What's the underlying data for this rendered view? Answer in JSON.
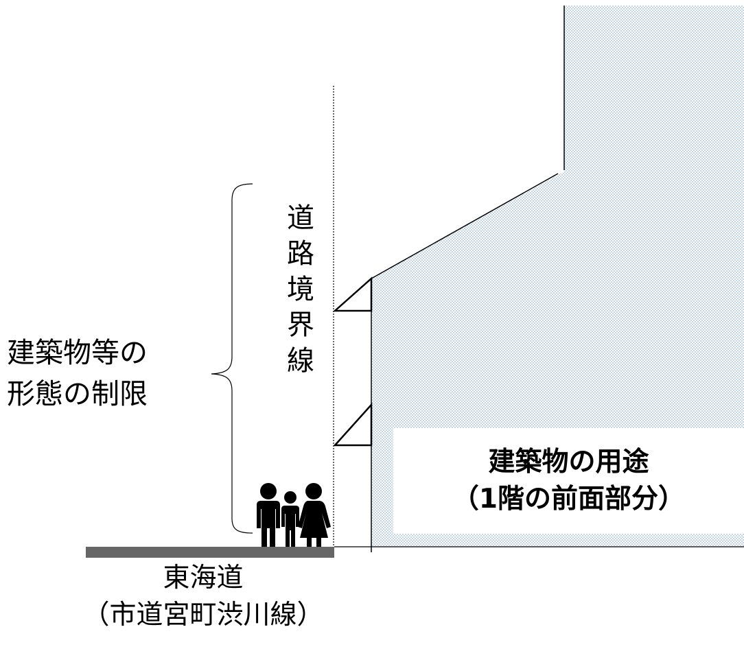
{
  "labels": {
    "boundary": "道路境界線",
    "restriction_line1": "建築物等の",
    "restriction_line2": "形態の制限",
    "building_use_line1": "建築物の用途",
    "building_use_line2": "（1階の前面部分）",
    "road_name": "東海道",
    "road_subname": "（市道宮町渋川線）"
  },
  "icons": {
    "people": "family-pictogram-icon"
  },
  "colors": {
    "building_dots": "#9ab8d4",
    "road": "#666666",
    "lines": "#000000"
  }
}
